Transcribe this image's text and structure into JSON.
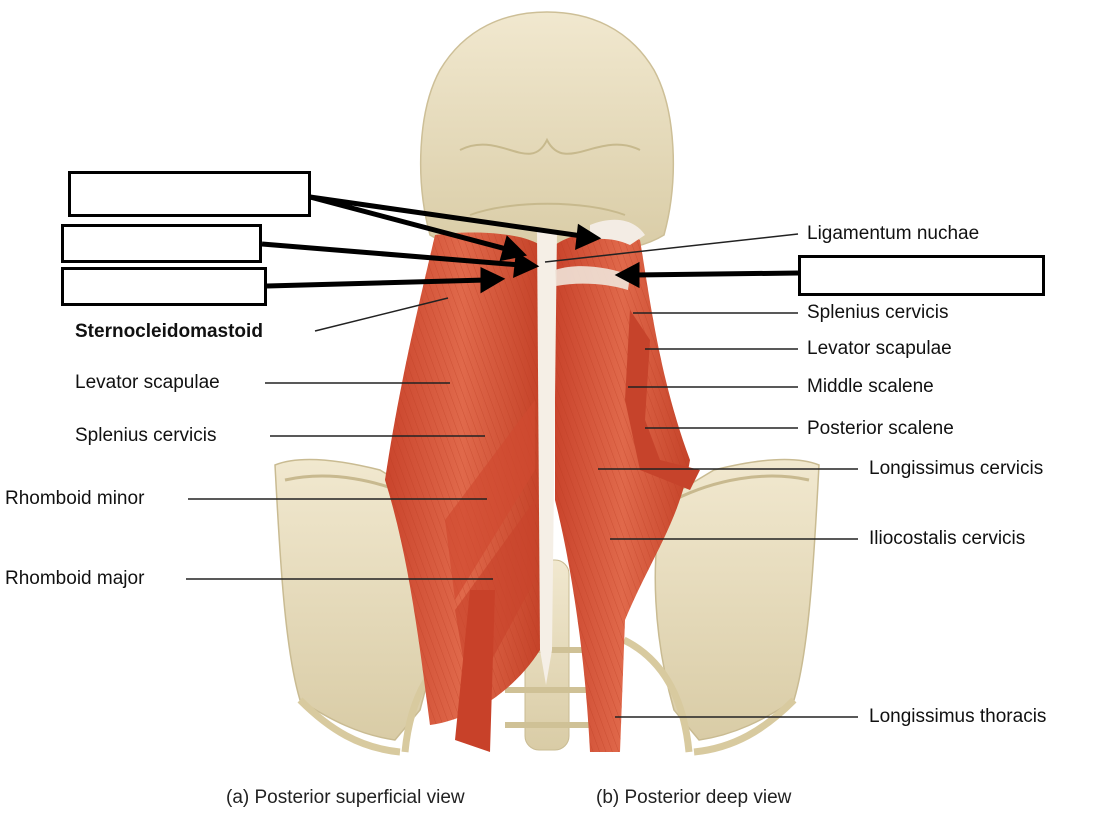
{
  "labels_left": [
    {
      "id": "sternocleidomastoid",
      "text": "Sternocleidomastoid",
      "bold": true
    },
    {
      "id": "levator-scapulae-left",
      "text": "Levator scapulae",
      "bold": false
    },
    {
      "id": "splenius-cervicis-left",
      "text": "Splenius cervicis",
      "bold": false
    },
    {
      "id": "rhomboid-minor",
      "text": "Rhomboid minor",
      "bold": false
    },
    {
      "id": "rhomboid-major",
      "text": "Rhomboid major",
      "bold": false
    }
  ],
  "labels_right": [
    {
      "id": "ligamentum-nuchae",
      "text": "Ligamentum nuchae"
    },
    {
      "id": "splenius-cervicis-right",
      "text": "Splenius cervicis"
    },
    {
      "id": "levator-scapulae-right",
      "text": "Levator scapulae"
    },
    {
      "id": "middle-scalene",
      "text": "Middle scalene"
    },
    {
      "id": "posterior-scalene",
      "text": "Posterior scalene"
    },
    {
      "id": "longissimus-cervicis",
      "text": "Longissimus cervicis"
    },
    {
      "id": "iliocostalis-cervicis",
      "text": "Iliocostalis cervicis"
    },
    {
      "id": "longissimus-thoracis",
      "text": "Longissimus thoracis"
    }
  ],
  "captions": {
    "left": "(a) Posterior superficial view",
    "right": "(b) Posterior deep view"
  },
  "colors": {
    "bone": "#ede4c8",
    "bone_shadow": "#d6c9a2",
    "muscle": "#d9553b",
    "muscle_dark": "#b23a25",
    "tendon": "#f3ece4",
    "line": "#222222"
  }
}
